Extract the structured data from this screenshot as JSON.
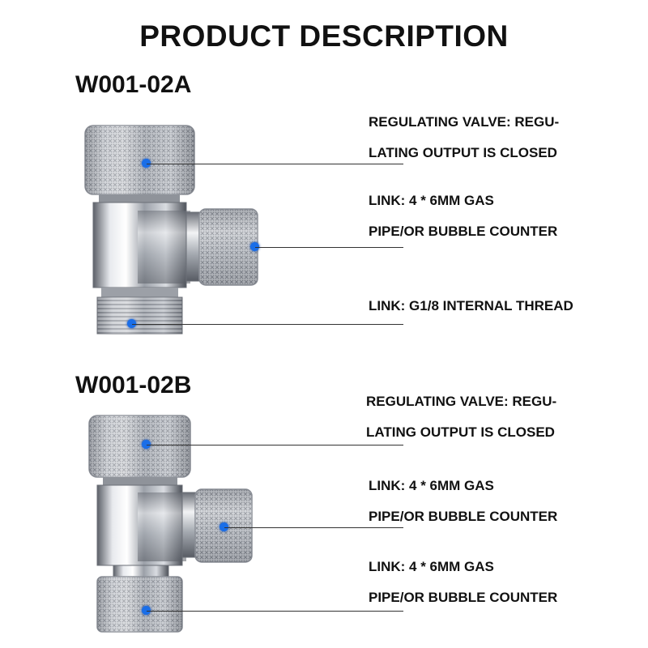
{
  "title": "PRODUCT DESCRIPTION",
  "products": [
    {
      "model": "W001-02A",
      "callouts": [
        {
          "line1": "REGULATING VALVE: REGU-",
          "line2": "LATING OUTPUT IS CLOSED"
        },
        {
          "line1": "LINK: 4 * 6MM GAS",
          "line2": "PIPE/OR BUBBLE COUNTER"
        },
        {
          "line1": "LINK: G1/8 INTERNAL THREAD"
        }
      ]
    },
    {
      "model": "W001-02B",
      "callouts": [
        {
          "line1": "REGULATING VALVE: REGU-",
          "line2": "LATING OUTPUT IS CLOSED"
        },
        {
          "line1": "LINK: 4 * 6MM GAS",
          "line2": "PIPE/OR BUBBLE COUNTER"
        },
        {
          "line1": "LINK: 4 * 6MM GAS",
          "line2": "PIPE/OR BUBBLE COUNTER"
        }
      ]
    }
  ],
  "colors": {
    "marker": "#1a6ee8",
    "leader_line": "#333333",
    "metal": "#c9ccd1"
  },
  "icons": [
    "knurled-knob",
    "chrome-valve-body",
    "threaded-fitting"
  ]
}
